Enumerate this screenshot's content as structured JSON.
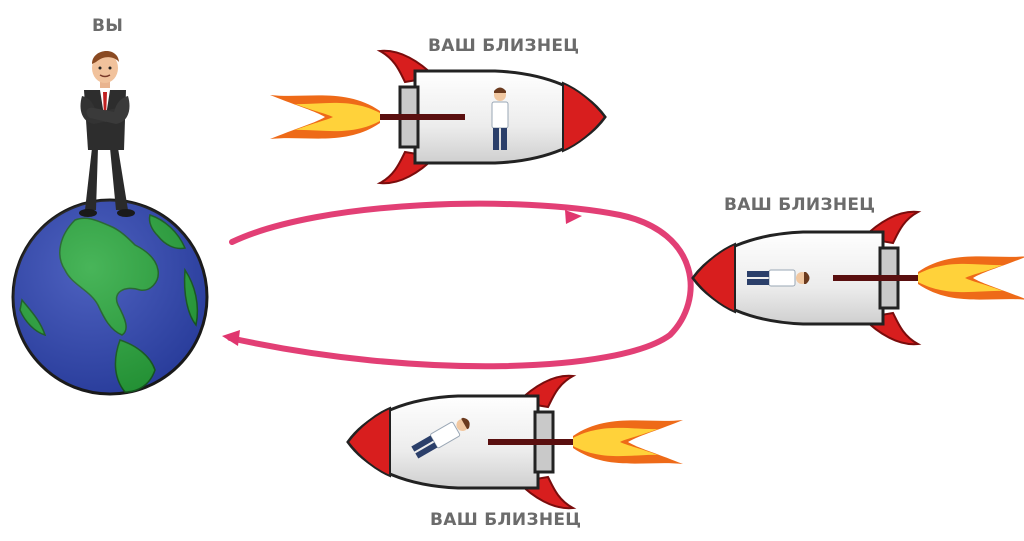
{
  "labels": {
    "you": "ВЫ",
    "twin_top": "ВАШ БЛИЗНЕЦ",
    "twin_right": "ВАШ БЛИЗНЕЦ",
    "twin_bottom": "ВАШ БЛИЗНЕЦ"
  },
  "colors": {
    "ocean": "#2f46b5",
    "land": "#28a83c",
    "trajectory": "#e0356e",
    "rocket_body": "#f2f2f2",
    "rocket_red": "#d81e1e",
    "flame_outer": "#f07a1a",
    "flame_inner": "#ffd23a"
  },
  "icons": [
    "earth-icon",
    "businessman-icon",
    "rocket-icon",
    "trajectory-arrow-icon"
  ]
}
